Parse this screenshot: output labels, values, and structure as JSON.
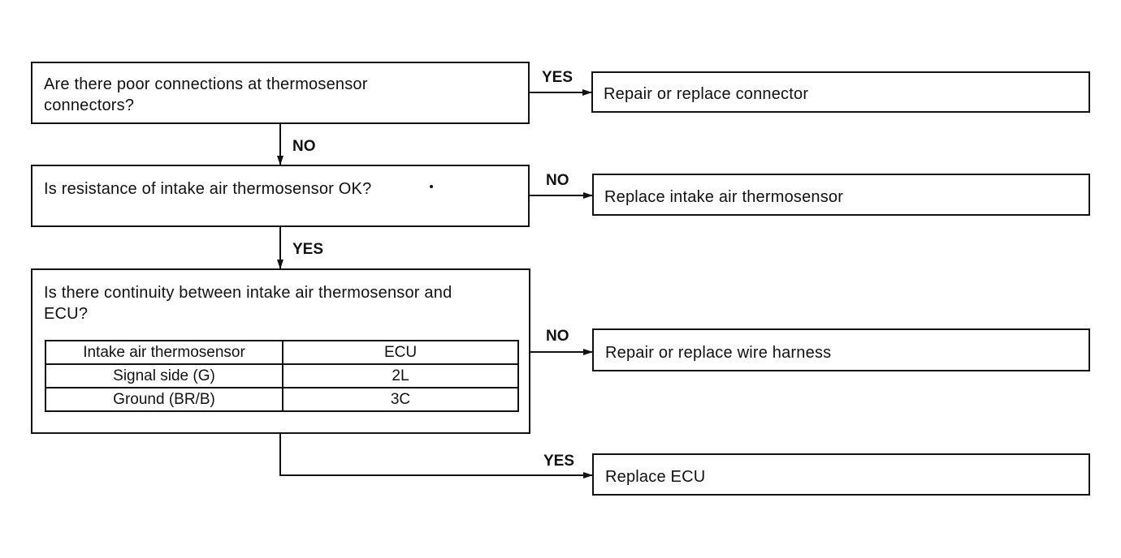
{
  "steps": {
    "q1": {
      "line1": "Are there poor connections at thermosensor",
      "line2": "connectors?",
      "yes_label": "YES",
      "yes_result": "Repair or replace connector",
      "no_label": "NO"
    },
    "q2": {
      "text": "Is resistance of intake air thermosensor OK?",
      "no_label": "NO",
      "no_result": "Replace intake air thermosensor",
      "yes_label": "YES"
    },
    "q3": {
      "line1": "Is there continuity between intake air thermosensor and",
      "line2": "ECU?",
      "no_label": "NO",
      "no_result": "Repair or replace wire harness",
      "yes_label": "YES",
      "yes_result": "Replace ECU"
    }
  },
  "continuity_table": {
    "headers": [
      "Intake air thermosensor",
      "ECU"
    ],
    "rows": [
      [
        "Signal side (G)",
        "2L"
      ],
      [
        "Ground (BR/B)",
        "3C"
      ]
    ]
  },
  "colors": {
    "ink": "#111111",
    "background": "#ffffff"
  }
}
